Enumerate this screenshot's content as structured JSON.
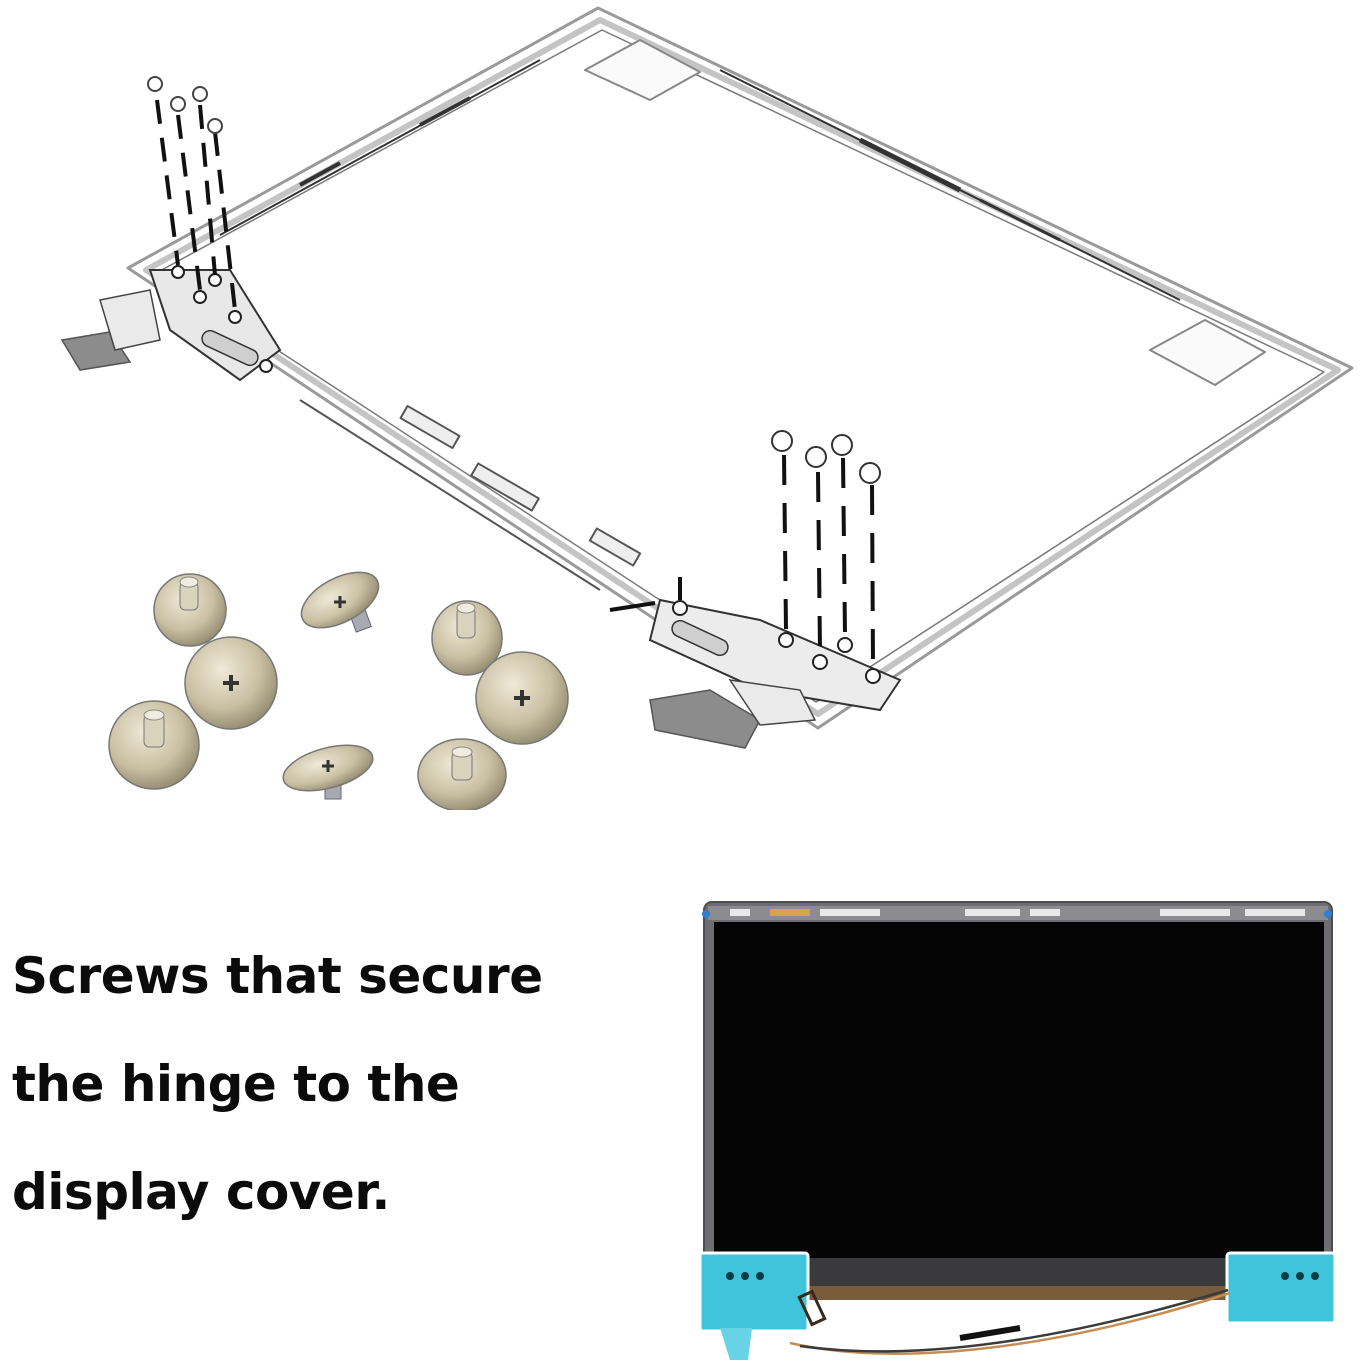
{
  "diagram": {
    "title": "Display back cover with hinges (exploded view)",
    "left_hinge_screw_count": 4,
    "right_hinge_screw_count": 4,
    "frame_color": "#d9d9d9",
    "line_color": "#111111"
  },
  "screws_photo": {
    "description": "Hinge screws",
    "count": 8,
    "metal_color": "#c9c0a3"
  },
  "caption": {
    "lines": [
      "Screws that secure",
      "the hinge to the",
      "display cover."
    ]
  },
  "display_photo": {
    "description": "Display assembly with highlighted hinges",
    "panel_color": "#050505",
    "bezel_color": "#6e6e72",
    "hinge_highlight_color": "#3fc4dc"
  }
}
